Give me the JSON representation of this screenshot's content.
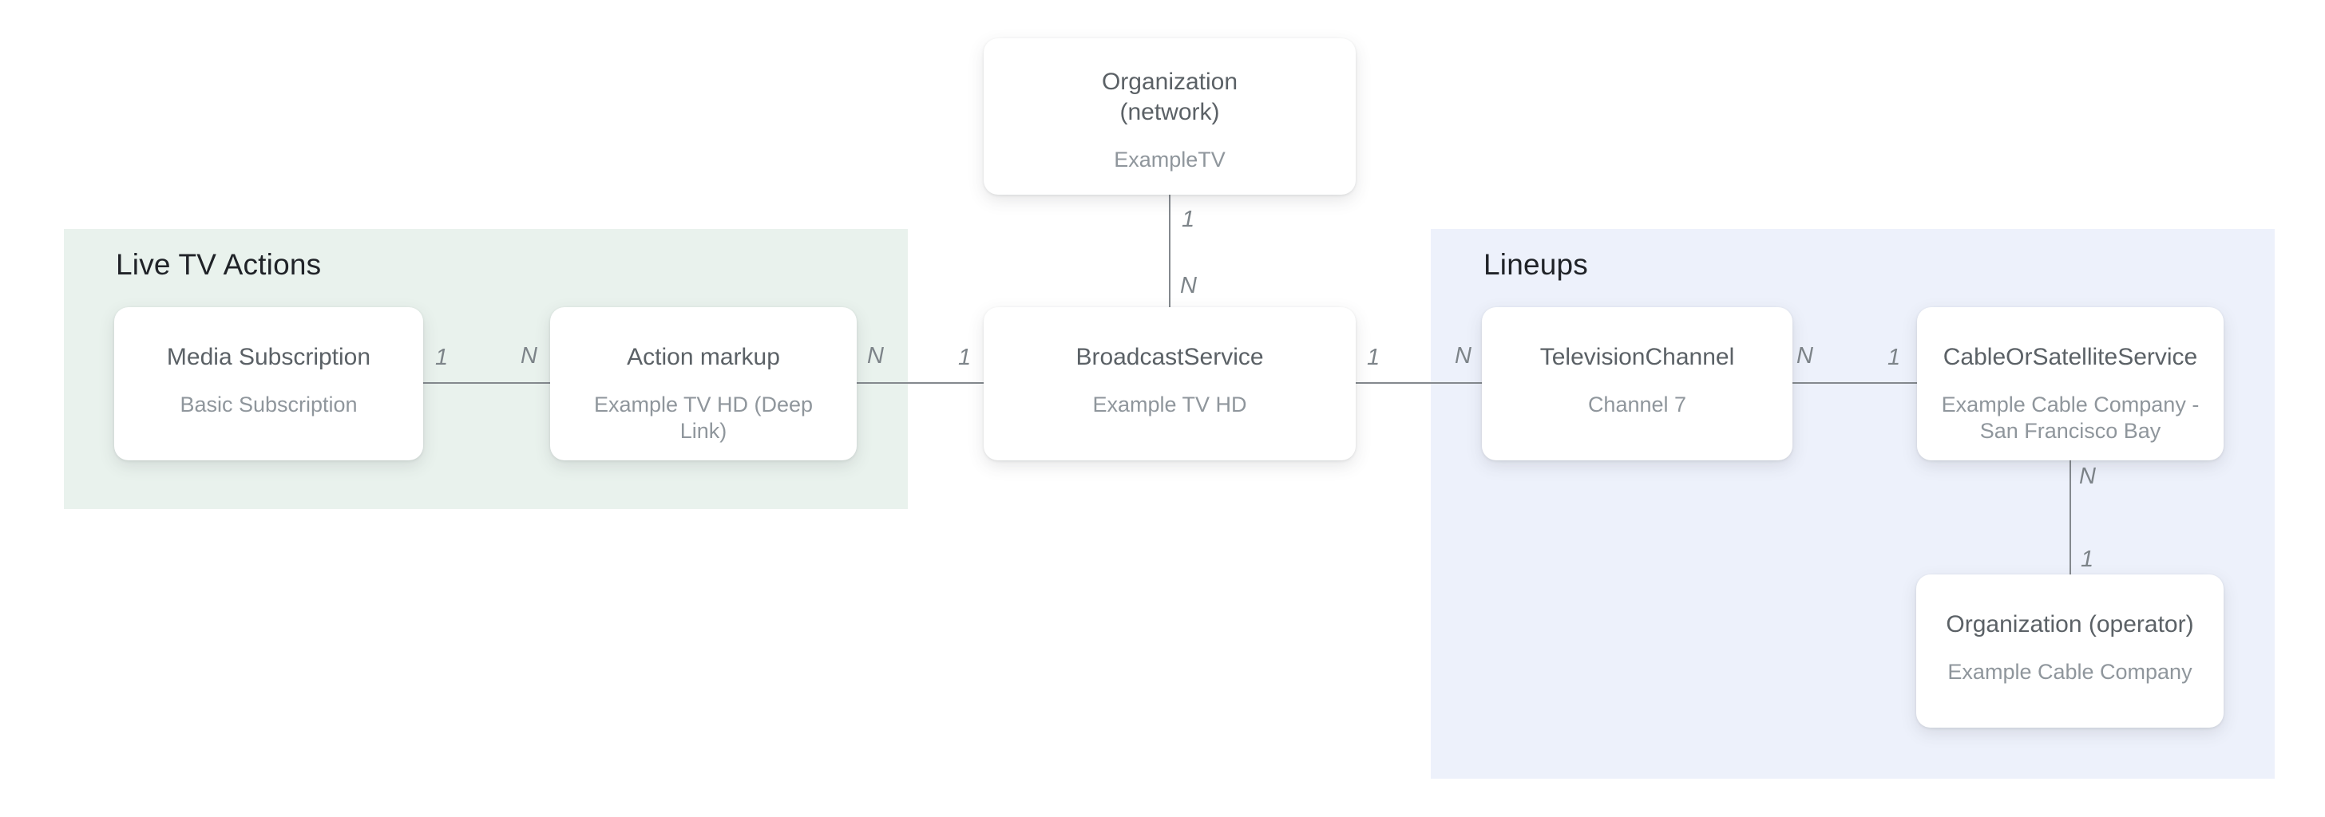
{
  "diagram": {
    "groups": {
      "live_tv_actions": {
        "title": "Live TV Actions"
      },
      "lineups": {
        "title": "Lineups"
      }
    },
    "nodes": {
      "media_subscription": {
        "title": "Media Subscription",
        "subtitle": "Basic Subscription"
      },
      "action_markup": {
        "title": "Action markup",
        "subtitle": "Example TV HD (Deep Link)"
      },
      "broadcast_service": {
        "title": "BroadcastService",
        "subtitle": "Example TV HD"
      },
      "organization_network": {
        "title": "Organization (network)",
        "subtitle": "ExampleTV"
      },
      "television_channel": {
        "title": "TelevisionChannel",
        "subtitle": "Channel 7"
      },
      "cable_or_satellite_service": {
        "title": "CableOrSatelliteService",
        "subtitle": "Example Cable Company - San Francisco Bay"
      },
      "organization_operator": {
        "title": "Organization (operator)",
        "subtitle": "Example Cable Company"
      }
    },
    "edges": {
      "media_to_action": {
        "from": "media_subscription",
        "to": "action_markup",
        "from_cardinality": "1",
        "to_cardinality": "N"
      },
      "action_to_broadcast": {
        "from": "action_markup",
        "to": "broadcast_service",
        "from_cardinality": "N",
        "to_cardinality": "1"
      },
      "network_to_broadcast": {
        "from": "organization_network",
        "to": "broadcast_service",
        "from_cardinality": "1",
        "to_cardinality": "N"
      },
      "broadcast_to_channel": {
        "from": "broadcast_service",
        "to": "television_channel",
        "from_cardinality": "1",
        "to_cardinality": "N"
      },
      "channel_to_cable": {
        "from": "television_channel",
        "to": "cable_or_satellite_service",
        "from_cardinality": "N",
        "to_cardinality": "1"
      },
      "cable_to_operator": {
        "from": "cable_or_satellite_service",
        "to": "organization_operator",
        "from_cardinality": "N",
        "to_cardinality": "1"
      }
    },
    "colors": {
      "group-green": "#E9F2ED",
      "group-blue": "#EDF1FB",
      "card-bg": "#FFFFFF",
      "heading-text": "#202328",
      "title-text": "#5B6166",
      "subtitle-text": "#8F969C",
      "line": "#84898E",
      "cardinality-text": "#7D8489",
      "page-bg": "#FFFFFF"
    }
  }
}
